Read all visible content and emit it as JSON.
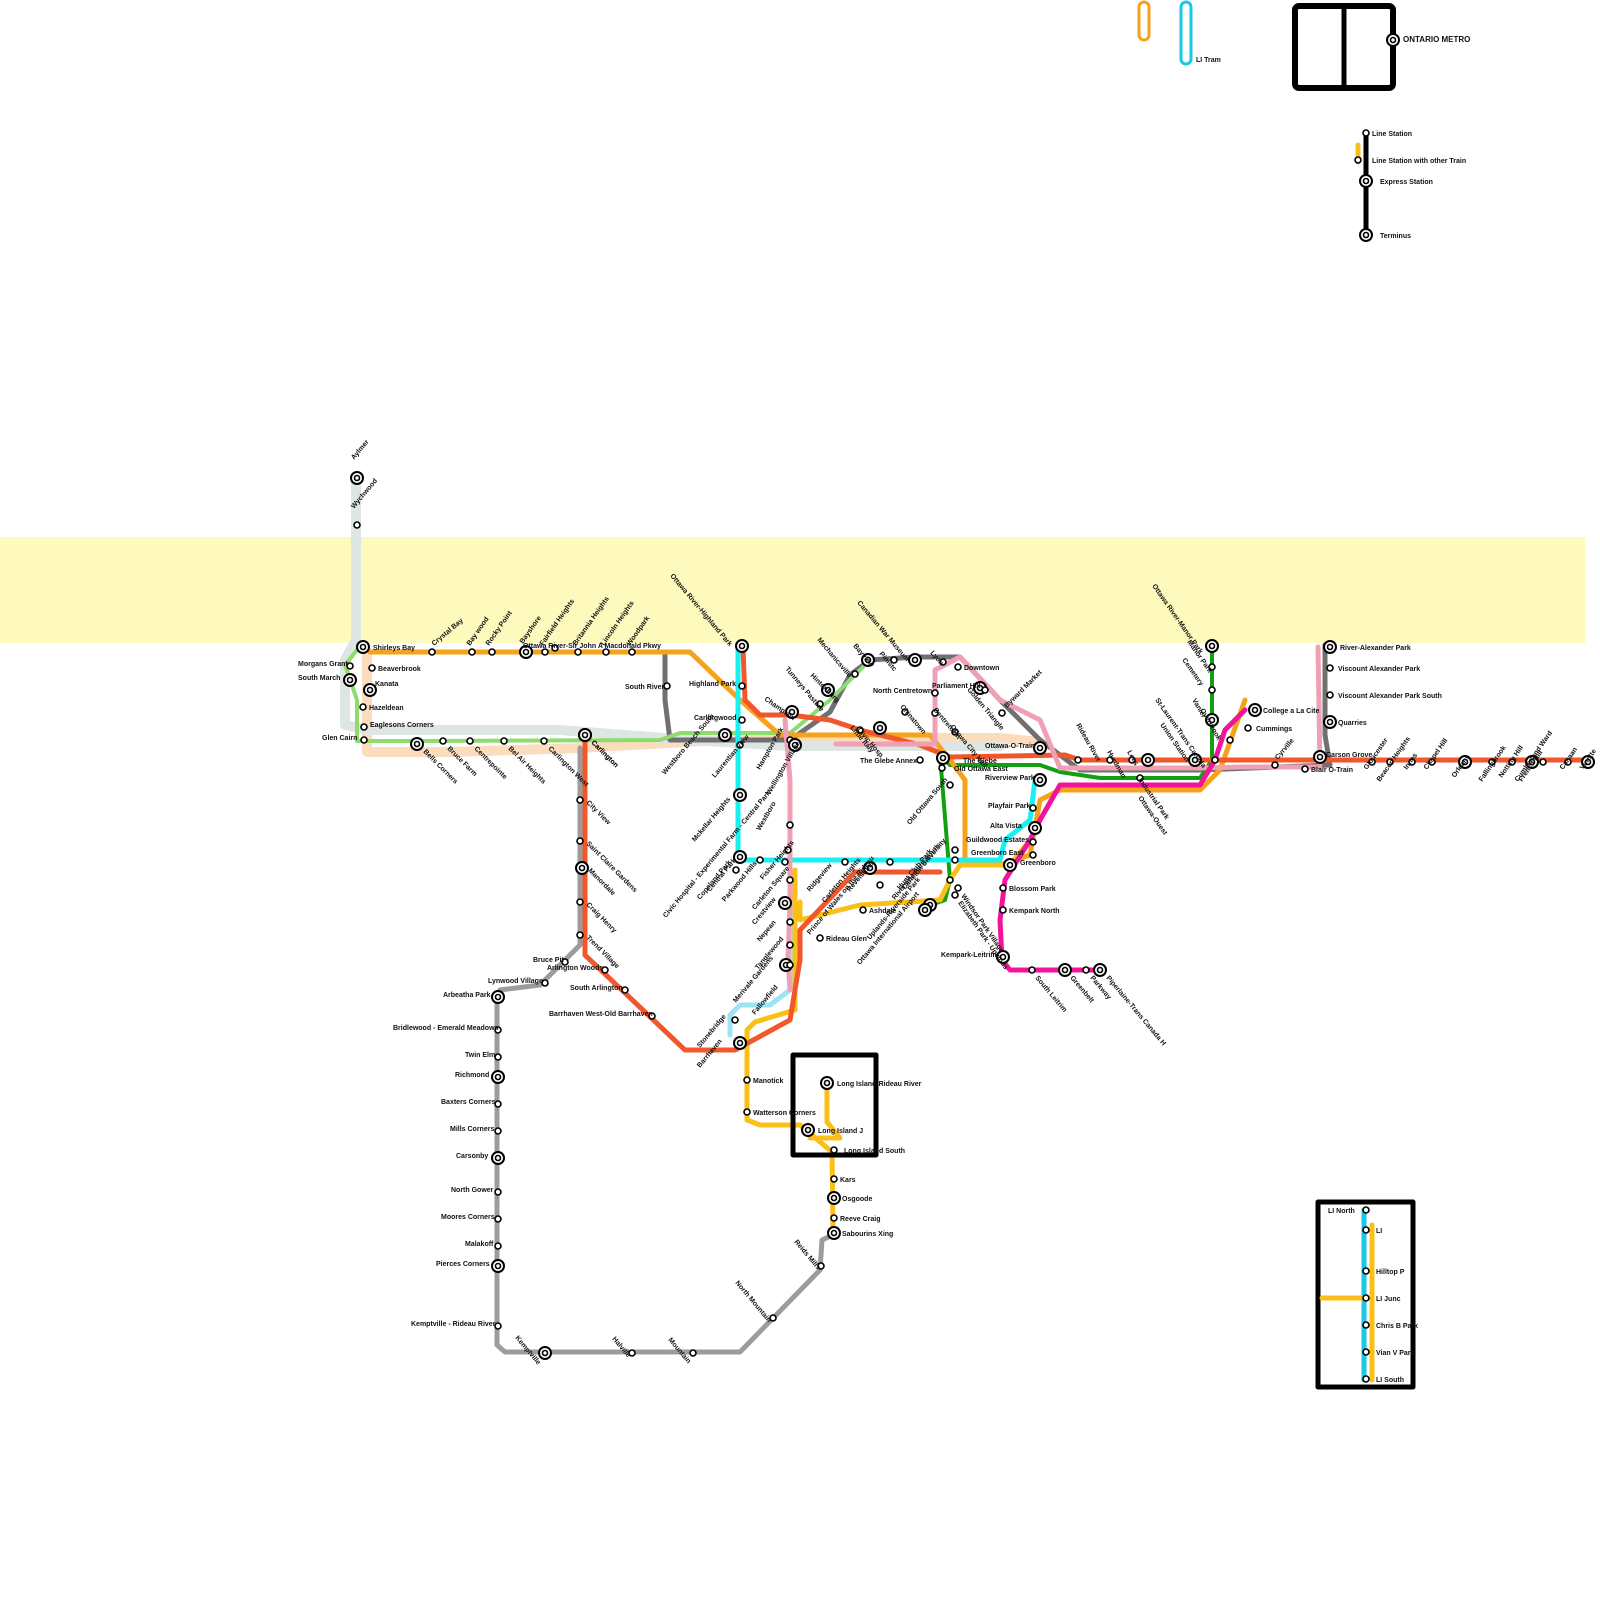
{
  "title": "ONTARIO METRO",
  "colors": {
    "orange_red": "#f2572c",
    "amber": "#f7a21b",
    "yellow": "#fbbf1a",
    "cyan": "#19f0f0",
    "light_blue": "#9be3f5",
    "green": "#12a012",
    "light_green": "#8edc6e",
    "grey": "#9c9c9c",
    "dark_grey": "#707070",
    "pink": "#f0a0b4",
    "magenta": "#f0149b",
    "peach": "#fbdcbc",
    "pale_grey": "#dde6e2",
    "band": "#fefabe",
    "black": "#000000"
  },
  "legend": {
    "line_station": "Line Station",
    "line_station_other": "Line Station with other Train",
    "express_station": "Express Station",
    "terminus": "Terminus"
  },
  "line_key_tram": "LI Tram",
  "inset_long_island": {
    "stations": [
      "Long Island-Rideau River",
      "Long Island J",
      "Long Island South"
    ]
  },
  "inset_li": {
    "stations": [
      "LI North",
      "LI",
      "Hilltop P",
      "LI Junc",
      "Chris B Park",
      "Vian V Park",
      "LI South"
    ]
  },
  "stations": [
    "Aylmer",
    "Wychwood",
    "Shirleys Bay",
    "Crystal Bay",
    "Bay wood",
    "Rocky Point",
    "Bayshore",
    "Fairfield Heights",
    "Ottawa River-Sir John A Macdonald Pkwy",
    "Britannia Heights",
    "Lincoln Heights",
    "Woodpark",
    "South River",
    "Morgans Grant",
    "South March",
    "Beaverbrook",
    "Kanata",
    "Hazeldean",
    "Eaglesons Corners",
    "Glen Cairn",
    "Bells Corners",
    "Bruce Farm",
    "Centrepointe",
    "Bel Air Heights",
    "Carlington West",
    "Carlington",
    "City View",
    "Saint Claire Gardens",
    "Manordale",
    "Craig Henry",
    "Trend Village",
    "Bruce Pit",
    "Arlington Woods",
    "Lynwood Village",
    "South Arlington",
    "Barrhaven West-Old Barrhaven",
    "Arbeatha Park",
    "Bridlewood - Emerald Meadows",
    "Twin Elm",
    "Richmond",
    "Baxters Corners",
    "Mills Corners",
    "Carsonby",
    "North Gower",
    "Moores Corners",
    "Malakoff",
    "Pierces Corners",
    "Kemptville - Rideau River",
    "Kemptville",
    "Halville",
    "Mountain",
    "North Mountain",
    "Reids Mills",
    "Ottawa River-Highland Park",
    "Highland Park",
    "Carlingwood",
    "Westboro Beach South",
    "Laurentian View",
    "Mckellar Heights",
    "Central Park",
    "Copeland Park",
    "Civic Hospital - Experimental Farm - Central Park",
    "Parkwood Hills",
    "Fisher Heights",
    "Carleton Square",
    "Crestview",
    "Nepean",
    "Tanglewood",
    "Merivale Gardens",
    "Fallowfield",
    "Stonebridge",
    "Barrhaven",
    "Manotick",
    "Watterson Corners",
    "Kars",
    "Osgoode",
    "Reeve Craig",
    "Sabourins Xing",
    "Hampton Park",
    "Westboro",
    "Carlington",
    "Wellington Village",
    "Champlain",
    "Tunneys Pasture",
    "Hintonburg",
    "Mechanicsville",
    "Bayview",
    "Canadian War Museum",
    "Pinistc",
    "Lyon",
    "Downtown",
    "North Centretown",
    "Parliament Hill",
    "Golden Triangle",
    "Byward Market",
    "Centretown",
    "Chinatown",
    "Little Italy",
    "Civic Hosp",
    "Ottawa City Hall",
    "Ottawa-O-Train",
    "The Glebe Annex",
    "The Glebe",
    "Old Ottawa East",
    "Old Ottawa South",
    "Riverview Park",
    "Playfair Park",
    "Alta Vista",
    "Guildwood Estates",
    "Greenboro East",
    "Greenboro",
    "Blossom Park",
    "Kempark North",
    "Kempark-Leitrim",
    "South Leitrim",
    "Greenbelt",
    "Riverside Park South",
    "Uplands-Riverside Park",
    "Hunt Club Park",
    "Carleton University",
    "Revelstoke",
    "Ridgeview",
    "Carleton Heights",
    "Prince of Wales on the Rideau",
    "Ashdale",
    "Rideau Glen",
    "Ottawa International Airport",
    "Windsor Park Village",
    "Elizabeth Park - Uplands",
    "Rideau River",
    "Hurdman",
    "Lees",
    "Industrial Park",
    "Ottawa-Ouest",
    "Union Station",
    "St-Laurent-Trans Canada",
    "Overbrook",
    "Vanier",
    "Cemetery",
    "Manor Park",
    "Ottawa River-Manor Park",
    "College a La Cite",
    "Cummings",
    "Cyrville",
    "Blair O-Train",
    "Carson Grove",
    "River-Alexander Park",
    "Viscount Alexander Park",
    "Viscount Alexander Park South",
    "Quarries",
    "Gloucester",
    "Beacon Heights",
    "Innes",
    "Chapel Hill",
    "Orleans",
    "Fallingbrook",
    "Notting Hill",
    "French Hill",
    "Cumberland Ward",
    "Canaan",
    "Vinette",
    "Piperlaine-Trans Canada H",
    "Parkway"
  ]
}
